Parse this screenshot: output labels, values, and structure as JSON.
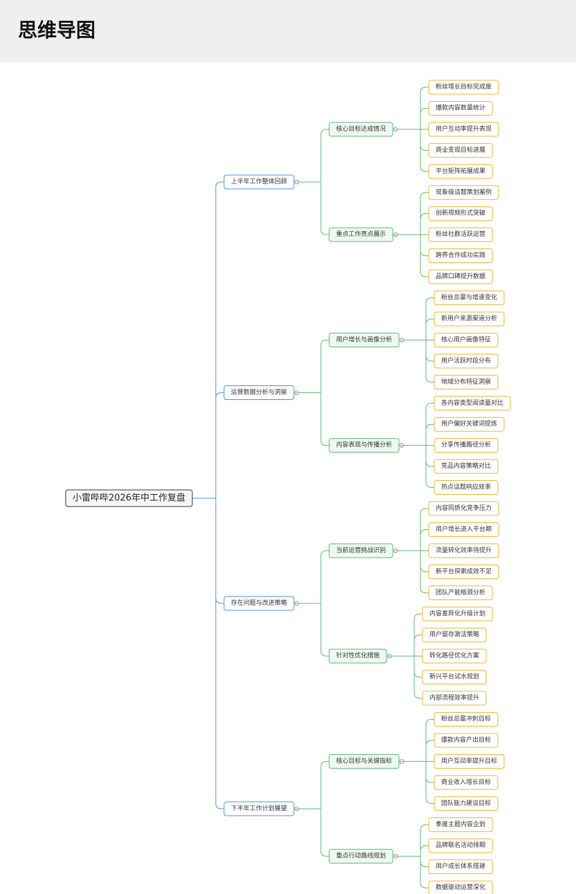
{
  "header": {
    "title": "思维导图"
  },
  "colors": {
    "root_border": "#333333",
    "l1_border": "#4a90e2",
    "l2_border": "#5cb87a",
    "l2_fill": "#eef9f0",
    "l3_border": "#f0b429",
    "edge_root": "#4a90e2",
    "edge_l2": "#5cb87a",
    "edge_l3": "#5cb87a"
  },
  "mindmap": {
    "root": "小雷哔哔2026年中工作复盘",
    "branches": [
      {
        "label": "上半年工作整体回顾",
        "children": [
          {
            "label": "核心目标达成情况",
            "children": [
              "粉丝增长目标完成度",
              "爆款内容数量统计",
              "用户互动率提升表现",
              "商业变现目标进展",
              "平台矩阵拓展成果"
            ]
          },
          {
            "label": "重点工作亮点展示",
            "children": [
              "现象级话题策划案例",
              "创新视频形式突破",
              "粉丝社群活跃运营",
              "跨界合作成功实践",
              "品牌口碑提升数据"
            ]
          }
        ]
      },
      {
        "label": "运营数据分析与洞察",
        "children": [
          {
            "label": "用户增长与画像分析",
            "children": [
              "粉丝总量与增速变化",
              "新用户来源渠道分析",
              "核心用户画像特征",
              "用户活跃时段分布",
              "地域分布特征洞察"
            ]
          },
          {
            "label": "内容表现与传播分析",
            "children": [
              "各内容类型阅读量对比",
              "用户偏好关键词提炼",
              "分享传播路径分析",
              "竞品内容策略对比",
              "热点话题响应效率"
            ]
          }
        ]
      },
      {
        "label": "存在问题与改进策略",
        "children": [
          {
            "label": "当前运营挑战识别",
            "children": [
              "内容同质化竞争压力",
              "用户增长进入平台期",
              "流量转化效率待提升",
              "新平台探索成效不足",
              "团队产能瓶颈分析"
            ]
          },
          {
            "label": "针对性优化措施",
            "children": [
              "内容差异化升级计划",
              "用户留存激活策略",
              "转化路径优化方案",
              "新兴平台试水规划",
              "内部流程效率提升"
            ]
          }
        ]
      },
      {
        "label": "下半年工作计划展望",
        "children": [
          {
            "label": "核心目标与关键指标",
            "children": [
              "粉丝总量冲刺目标",
              "爆款内容产出目标",
              "用户互动率提升目标",
              "商业收入增长目标",
              "团队能力建设目标"
            ]
          },
          {
            "label": "重点行动路线规划",
            "children": [
              "季度主题内容企划",
              "品牌联名活动排期",
              "用户成长体系搭建",
              "数据驱动运营深化"
            ]
          }
        ]
      }
    ]
  }
}
